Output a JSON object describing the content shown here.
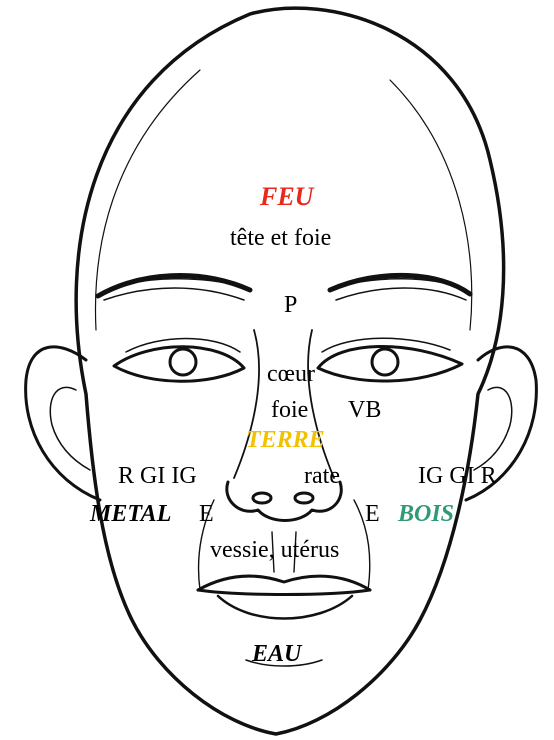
{
  "colors": {
    "fire": "#e8291c",
    "earth": "#f2c200",
    "wood": "#2e9b73",
    "metal": "#000000",
    "water": "#000000"
  },
  "elements": {
    "fire": "FEU",
    "earth": "TERRE",
    "metal": "METAL",
    "wood": "BOIS",
    "water": "EAU"
  },
  "zones": {
    "forehead": "tête et foie",
    "glabella": "P",
    "nose_bridge": "cœur",
    "nose_mid_left": "foie",
    "nose_mid_right": "VB",
    "cheek_left": "R GI IG",
    "nose_tip": "rate",
    "cheek_right": "IG GI R",
    "nostril_left": "E",
    "nostril_right": "E",
    "philtrum": "vessie, utérus"
  }
}
